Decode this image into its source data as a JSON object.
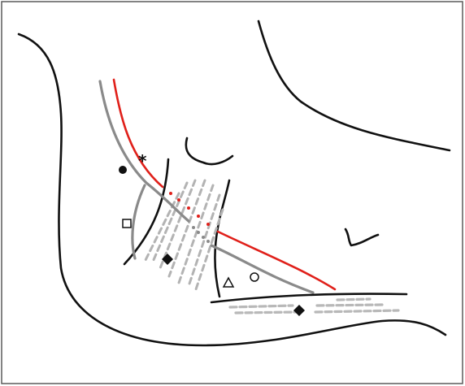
{
  "colors": {
    "outline": "#111111",
    "gray_vessel": "#8a8a8a",
    "red_vessel": "#e0201a",
    "dashed_fibers": "#b3b3b3",
    "border": "#5a5a5a"
  },
  "markers": {
    "asterisk": "*",
    "filled_circle": "filled-circle",
    "open_square": "open-square",
    "filled_diamond_upper": "filled-diamond",
    "open_triangle": "open-triangle",
    "open_circle": "open-circle",
    "filled_diamond_lower": "filled-diamond"
  }
}
